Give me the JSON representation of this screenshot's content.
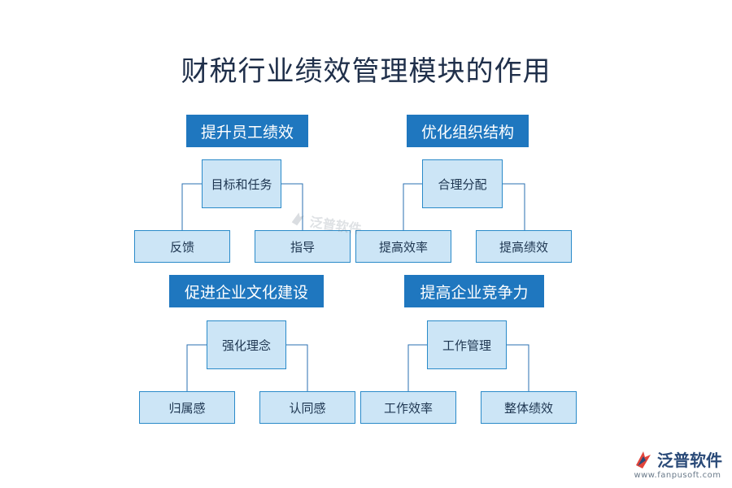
{
  "title": "财税行业绩效管理模块的作用",
  "modules": [
    {
      "header": "提升员工绩效",
      "root": "目标和任务",
      "left": "反馈",
      "right": "指导"
    },
    {
      "header": "优化组织结构",
      "root": "合理分配",
      "left": "提高效率",
      "right": "提高绩效"
    },
    {
      "header": "促进企业文化建设",
      "root": "强化理念",
      "left": "归属感",
      "right": "认同感"
    },
    {
      "header": "提高企业竞争力",
      "root": "工作管理",
      "left": "工作效率",
      "right": "整体绩效"
    }
  ],
  "watermark": {
    "text": "泛普软件",
    "icon": "fanpu-logo-icon"
  },
  "brand": {
    "name": "泛普软件",
    "url": "www.fanpusoft.com",
    "icon": "fanpu-logo-icon"
  },
  "colors": {
    "header_bg": "#1f77bf",
    "node_bg": "#cce5f6",
    "node_border": "#2a8ac9",
    "connector": "#2a6fb0",
    "title": "#1f2f4a"
  }
}
